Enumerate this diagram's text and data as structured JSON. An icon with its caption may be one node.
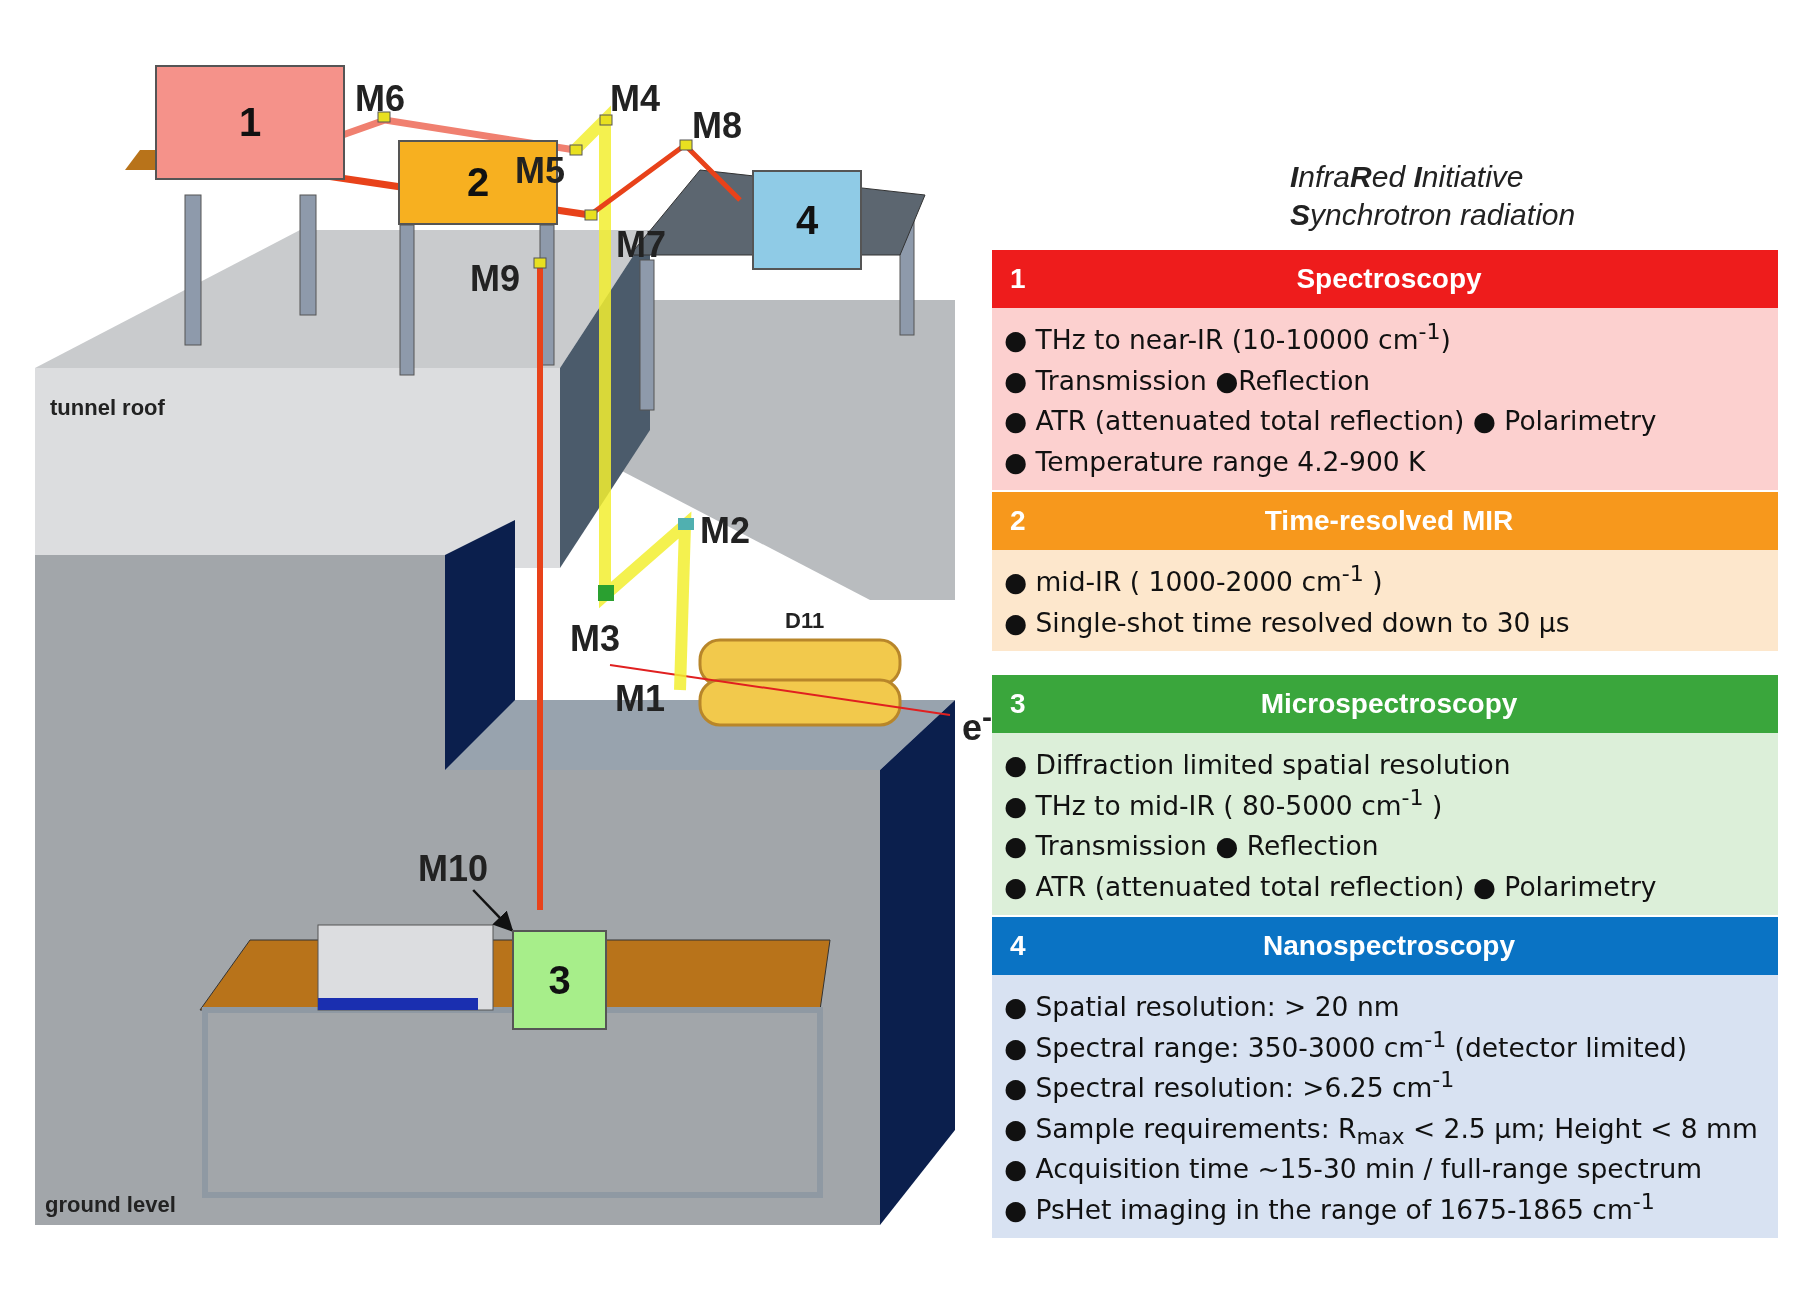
{
  "diagram": {
    "nodes": [
      {
        "text": [
          "1"
        ]
      },
      {
        "text": [
          "2"
        ]
      },
      {
        "text": [
          "4"
        ]
      },
      {
        "text": [
          "3"
        ]
      },
      {
        "text": [
          "M10"
        ]
      },
      {
        "text": [
          "1",
          "Spectroscopy",
          "● THz to near-IR (10-10000 cm$^{-1}$)",
          "● Transmission ●Reflection",
          "● ATR (attenuated total reflection) ● Polarimetry",
          "● Temperature range     4.2-900 K"
        ]
      },
      {
        "text": [
          "2",
          "Time-resolved MIR",
          "● mid-IR ( 1000-2000 cm$^{-1}$ )",
          "● Single-shot time resolved down to 30 µs"
        ]
      },
      {
        "text": [
          "3",
          "Microspectroscopy",
          "● Diffraction limited spatial resolution",
          "● THz to mid-IR (  80-5000 cm$^{-1}$  )",
          "● Transmission ● Reflection",
          "● ATR (attenuated total reflection) ● Polarimetry"
        ]
      },
      {
        "text": [
          "4",
          "Nanospectroscopy",
          "● Spatial resolution: > 20 nm",
          "● Spectral range:  350-3000 cm$^{-1}$ (detector limited)",
          "● Spectral resolution: >6.25 cm$^{-1}$",
          "● Sample requirements: R$_{max}$ < 2.5 µm; Height < 8 mm",
          "● Acquisition time ~15-30 min / full-range spectrum",
          "● PsHet imaging in the range of 1675-1865 cm$^{-1}$"
        ]
      }
    ],
    "edges": [
      {
        "from": 4,
        "to": 3,
        "arrow": "to"
      }
    ],
    "labels": [
      "**I**nfra**R**ed **I**nitiative",
      "**S**ynchrotron radiation",
      "M6",
      "M4",
      "M8",
      "M5",
      "M7",
      "M9",
      "tunnel roof",
      "M2",
      "M3",
      "D11",
      "M1",
      "e$^{-}$",
      "ground level"
    ]
  }
}
